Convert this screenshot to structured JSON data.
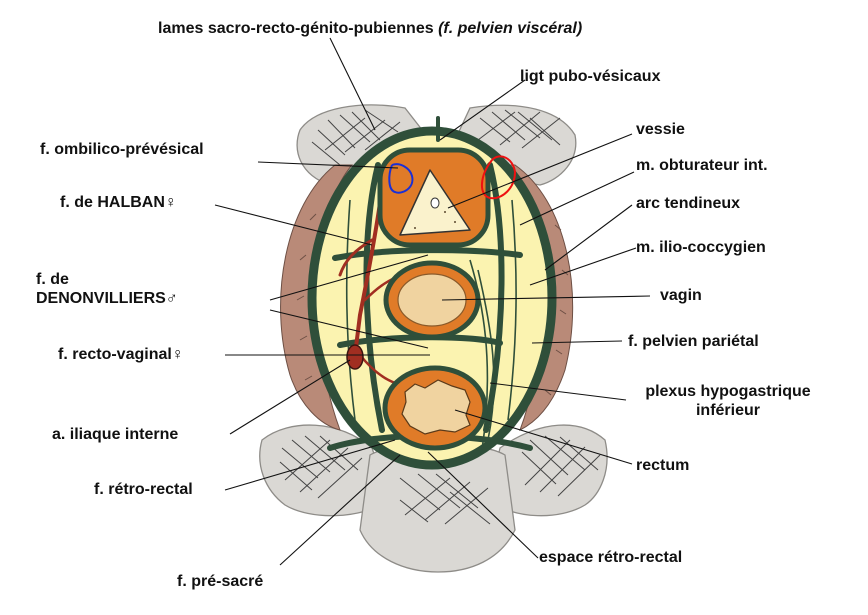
{
  "labels": {
    "top_title": "lames sacro-recto-génito-pubiennes",
    "top_title_paren": "(f. pelvien viscéral)",
    "ligt": "ligt pubo-vésicaux",
    "vessie": "vessie",
    "m_obt": "m. obturateur int.",
    "arc": "arc tendineux",
    "m_ilio": "m. ilio-coccygien",
    "vagin": "vagin",
    "f_pelv_par": "f. pelvien pariétal",
    "plexus_1": "plexus hypogastrique",
    "plexus_2": "inférieur",
    "rectum": "rectum",
    "espace": "espace rétro-rectal",
    "f_ombilico": "f. ombilico-prévésical",
    "f_halban": "f. de HALBAN♀",
    "f_denon_1": "f. de",
    "f_denon_2": "DENONVILLIERS♂",
    "f_recto_vag": "f. recto-vaginal♀",
    "a_iliaque": "a. iliaque interne",
    "f_retro": "f. rétro-rectal",
    "f_presacre": "f. pré-sacré"
  },
  "colors": {
    "fascia": "#2f4f3a",
    "yellow": "#fbf3b0",
    "orange": "#e07b28",
    "tan": "#f0d3a0",
    "muscle": "#b98a78",
    "artery": "#a12e21",
    "grey": "#dad8d4",
    "blue": "#1a2fd6",
    "red": "#ee1111"
  }
}
